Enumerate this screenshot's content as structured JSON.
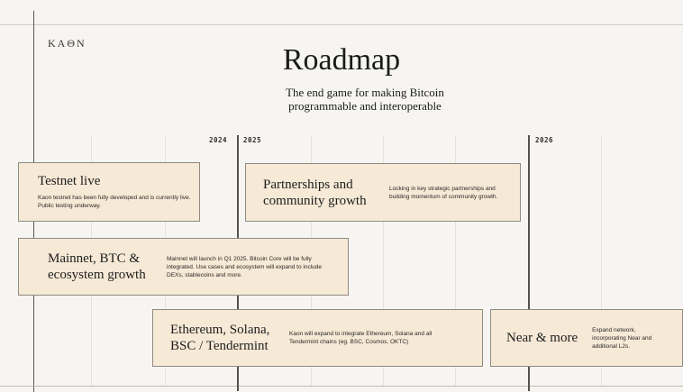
{
  "brand": {
    "logo": "KAΘN"
  },
  "header": {
    "title": "Roadmap",
    "subtitle": "The end game for making Bitcoin programmable and interoperable"
  },
  "timeline": {
    "years": [
      "2024",
      "2025",
      "2026"
    ]
  },
  "milestones": [
    {
      "title": "Testnet live",
      "description": "Kaon testnet has been fully developed and is currently live. Public testing underway."
    },
    {
      "title": "Partnerships and community growth",
      "description": "Locking in key strategic partnerships and building momentum of community growth."
    },
    {
      "title": "Mainnet, BTC & ecosystem growth",
      "description": "Mainnet will launch in Q1 2025. Bitcoin Core will be fully integrated. Use cases and ecosystem will expand to include DEXs, stablecoins and more."
    },
    {
      "title": "Ethereum, Solana, BSC / Tendermint",
      "description": "Kaon will expand to integrate Ethereum, Solana and all Tendermint chains (eg. BSC, Cosmos, OKTC)"
    },
    {
      "title": "Near & more",
      "description": "Expand network, incorporating Near and additional L2s."
    }
  ],
  "colors": {
    "card_fill": "#f6e9d6",
    "card_border": "#8f8a82",
    "background": "#f6f5f1",
    "year_line": "#55514b"
  }
}
